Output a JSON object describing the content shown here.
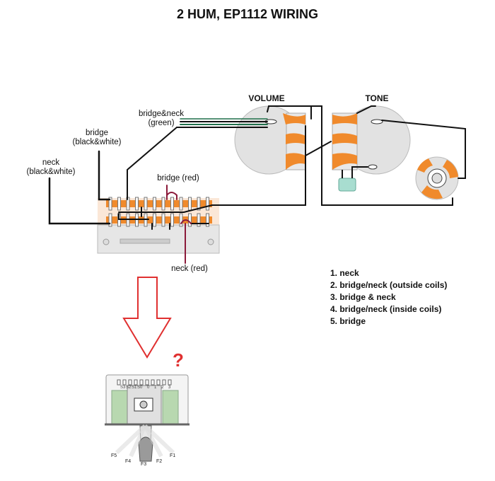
{
  "title": "2 HUM, EP1112 WIRING",
  "labels": {
    "bridge_neck_green": "bridge&neck\n(green)",
    "bridge_bw": "bridge\n(black&white)",
    "neck_bw": "neck\n(black&white)",
    "bridge_red": "bridge (red)",
    "neck_red": "neck (red)",
    "volume": "VOLUME",
    "tone": "TONE"
  },
  "legend": [
    "1. neck",
    "2. bridge/neck (outside coils)",
    "3. bridge & neck",
    "4. bridge/neck (inside coils)",
    "5. bridge"
  ],
  "question_mark": "?",
  "switch_top_labels": [
    "S3",
    "S2",
    "S1",
    "S0",
    "0",
    "1",
    "2",
    "3"
  ],
  "switch_positions": [
    "F5",
    "F4",
    "F3",
    "F2",
    "F1"
  ],
  "colors": {
    "orange": "#f08a2c",
    "pot_gray": "#e2e2e2",
    "wire_black": "#111111",
    "wire_green": "#1f6f4a",
    "wire_red": "#8b1a3a",
    "arrow_red": "#e03030",
    "cap": "#a8ddd0"
  }
}
